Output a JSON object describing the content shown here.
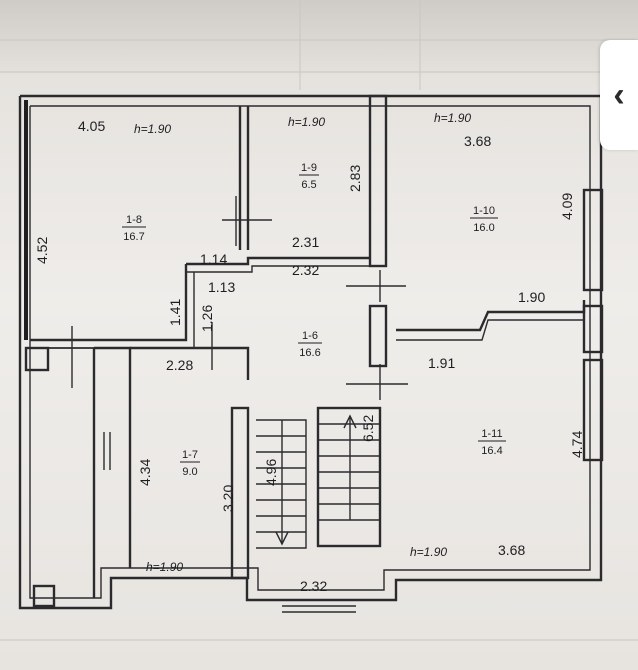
{
  "plan": {
    "rooms": [
      {
        "id": "1-8",
        "area": "16.7"
      },
      {
        "id": "1-9",
        "area": "6.5"
      },
      {
        "id": "1-10",
        "area": "16.0"
      },
      {
        "id": "1-6",
        "area": "16.6"
      },
      {
        "id": "1-7",
        "area": "9.0"
      },
      {
        "id": "1-11",
        "area": "16.4"
      }
    ],
    "heights": {
      "h1": "h=1.90",
      "h2": "h=1.90",
      "h3": "h=1.90",
      "h4": "h=1.90",
      "h5": "h=1.90"
    },
    "dims": {
      "d_405": "4.05",
      "d_452": "4.52",
      "d_283": "2.83",
      "d_368_top": "3.68",
      "d_409": "4.09",
      "d_231": "2.31",
      "d_232_mid": "2.32",
      "d_114": "1.14",
      "d_113": "1.13",
      "d_141": "1.41",
      "d_126": "1.26",
      "d_190": "1.90",
      "d_191": "1.91",
      "d_228": "2.28",
      "d_652": "6.52",
      "d_434": "4.34",
      "d_320": "3.20",
      "d_496": "4.96",
      "d_474": "4.74",
      "d_368_bot": "3.68",
      "d_232_bot": "2.32"
    }
  },
  "nav": {
    "chevron_icon": "chevron-left-icon"
  }
}
